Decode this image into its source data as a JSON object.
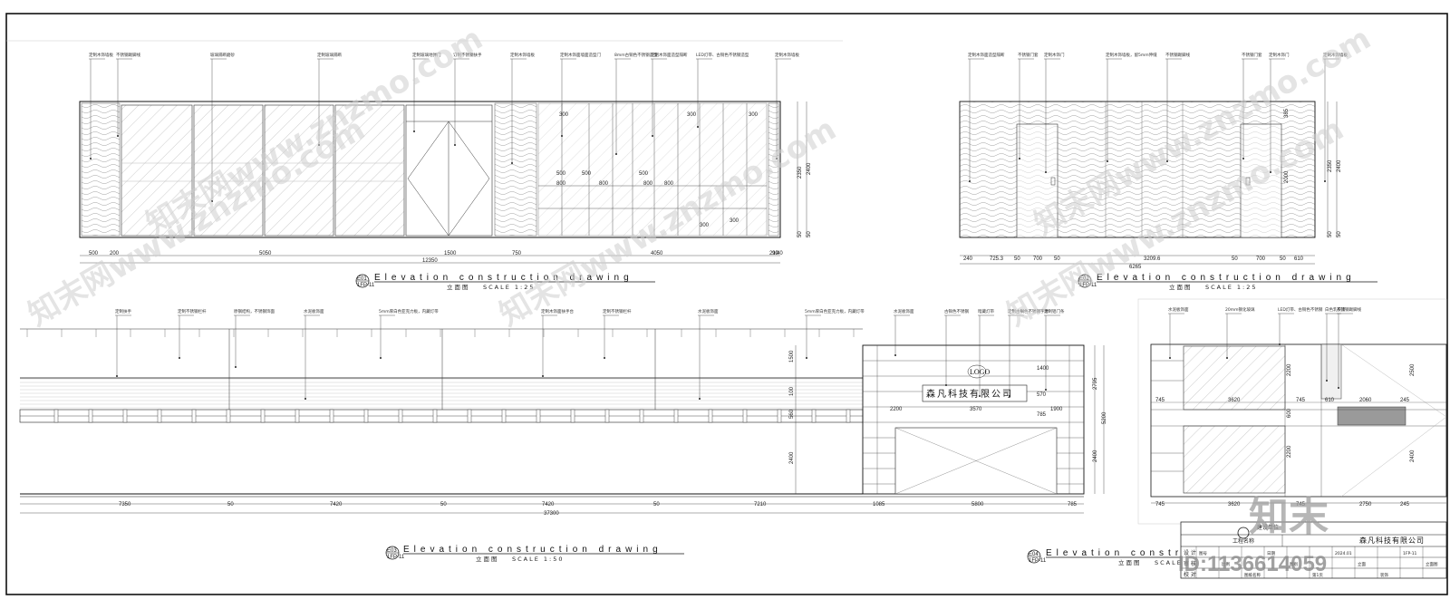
{
  "drawing1": {
    "leaders": [
      "定制木饰墙板",
      "不锈钢踢脚线",
      "玻璃隔断磨砂",
      "定制玻璃隔断",
      "定制玻璃地弹门",
      "订制不锈钢扶手",
      "定制木饰墙板",
      "定制木饰面墙面造型门",
      "8mm古铜色不锈钢造型",
      "定制木饰面造型隔断",
      "LED灯带、古铜色不锈钢造型",
      "定制木饰墙板"
    ],
    "bottom_dims": [
      "500",
      "200",
      "5050",
      "1500",
      "750",
      "4050",
      "210",
      "40",
      "90"
    ],
    "total": "12350",
    "right_dims": [
      "2350",
      "2400",
      "50",
      "50"
    ],
    "inner_dims": [
      "300",
      "500",
      "800",
      "500",
      "800",
      "500",
      "800",
      "800",
      "300",
      "300",
      "300",
      "300"
    ],
    "code": "E01",
    "sheet_ref": "1FP-11",
    "title": "Elevation construction drawing",
    "subtitle_cn": "立面图",
    "scale": "SCALE 1:25"
  },
  "drawing2": {
    "leaders": [
      "定制木饰面造型隔断",
      "不锈钢门套",
      "定制木饰门",
      "定制木饰墙板，留5mm伸缝",
      "不锈钢踢脚线",
      "不锈钢门套",
      "定制木饰门",
      "定制木饰墙板"
    ],
    "bottom_dims": [
      "240",
      "725.3",
      "50",
      "700",
      "50",
      "3209.6",
      "50",
      "700",
      "50",
      "610"
    ],
    "total": "6265",
    "right_dims": [
      "385",
      "2000",
      "2350",
      "2400",
      "50",
      "50"
    ],
    "code": "E02",
    "sheet_ref": "1FP-11",
    "title": "Elevation construction drawing",
    "subtitle_cn": "立面图",
    "scale": "SCALE 1:25"
  },
  "drawing3": {
    "leaders": [
      "定制扶手",
      "定制不锈钢栏杆",
      "原钢结构，不锈钢饰面",
      "水泥板饰面",
      "5mm厚白色亚克力板，内藏灯带",
      "定制木饰面扶手台",
      "定制不锈钢栏杆",
      "水泥板饰面",
      "5mm厚白色亚克力板，内藏灯带",
      "水泥板饰面",
      "古铜色不锈钢",
      "暗藏灯带",
      "定制古铜色不锈钢字体",
      "定制铝门条"
    ],
    "logo": "LOGO",
    "company": "森凡科技有限公司",
    "bottom_dims": [
      "7350",
      "50",
      "7420",
      "50",
      "7420",
      "50",
      "7210",
      "1085",
      "5800",
      "785"
    ],
    "total": "37300",
    "logo_dims": [
      "2200",
      "3570",
      "1900",
      "1400",
      "570",
      "785"
    ],
    "right_dims": [
      "1500",
      "100",
      "2400",
      "2795",
      "5200",
      "2400",
      "560"
    ],
    "code": "E03",
    "sheet_ref": "1FP-11",
    "title": "Elevation construction drawing",
    "subtitle_cn": "立面图",
    "scale": "SCALE 1:50"
  },
  "drawing4": {
    "leaders": [
      "水泥板饰面",
      "20mm钢化玻璃",
      "LED灯带、古铜色不锈钢",
      "白色乳胶漆",
      "不锈钢踢脚线"
    ],
    "dims_top": [
      "745",
      "3620",
      "745",
      "610",
      "2060",
      "245"
    ],
    "dims_bottom": [
      "745",
      "3620",
      "745",
      "2750",
      "245"
    ],
    "right_dims": [
      "2200",
      "600",
      "2200",
      "2500",
      "2400"
    ],
    "code": "E04",
    "sheet_ref": "1FP-11",
    "title": "Elevation construction drawing",
    "subtitle_cn": "立面图",
    "scale": "SCALE"
  },
  "title_block": {
    "unit_label": "建设单位",
    "project_label": "工程名称",
    "project_name": "森凡科技有限公司",
    "rows": [
      "设 计",
      "审 核",
      "校 对"
    ],
    "cells": [
      "图号",
      "比例",
      "图纸名称",
      "日期",
      "图别",
      "第1页",
      "2024.01",
      "立面",
      "装饰",
      "1FP-11",
      "立面图"
    ]
  },
  "watermark": {
    "text": "知末网www.znzmo.com",
    "brand": "知末",
    "id_text": "ID:1136614059"
  },
  "colors": {
    "line": "#1a1a1a",
    "hatch": "#8c8c8c",
    "watermark": "#cfcfcf",
    "fill_dark": "#9a9a9a"
  }
}
